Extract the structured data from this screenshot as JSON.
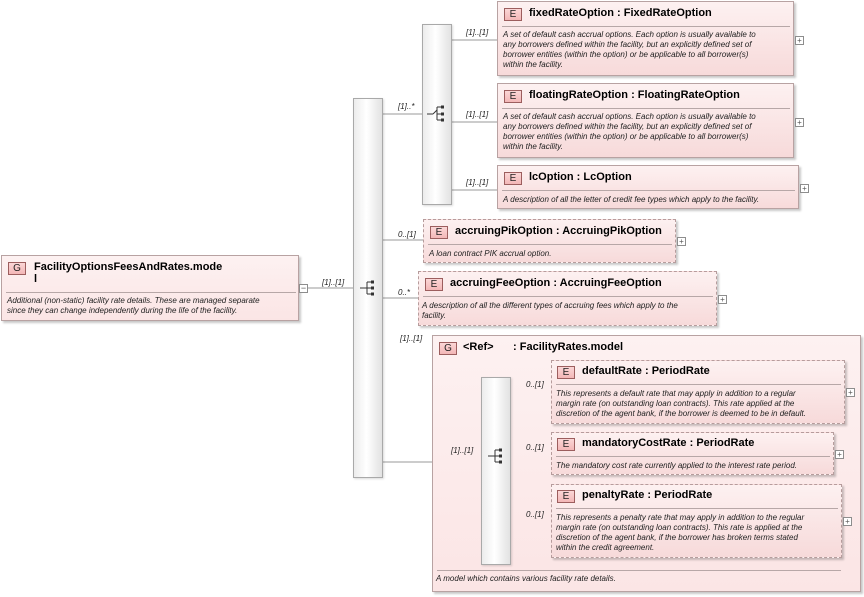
{
  "root": {
    "badge": "G",
    "title_line1": "FacilityOptionsFeesAndRates.mode",
    "title_line2": "l",
    "description_line1": "Additional (non-static) facility rate details. These are managed separate",
    "description_line2": "since they can change independently during the life of the facility.",
    "cardinality": "[1]..[1]"
  },
  "choice_cardinality": "[1]..*",
  "fixed": {
    "badge": "E",
    "name": "fixedRateOption",
    "type": "FixedRateOption",
    "cardinality": "[1]..[1]",
    "desc": [
      "A set of default cash accrual options. Each option is usually available to",
      "any borrowers defined within the facility, but an explicitly defined set of",
      "borrower entities (within the option) or be applicable to all borrower(s)",
      "within the facility."
    ]
  },
  "floating": {
    "badge": "E",
    "name": "floatingRateOption",
    "type": "FloatingRateOption",
    "cardinality": "[1]..[1]",
    "desc": [
      "A set of default cash accrual options. Each option is usually available to",
      "any borrowers defined within the facility, but an explicitly defined set of",
      "borrower entities (within the option) or be applicable to all borrower(s)",
      "within the facility."
    ]
  },
  "lc": {
    "badge": "E",
    "name": "lcOption",
    "type": "LcOption",
    "cardinality": "[1]..[1]",
    "desc": [
      "A description of all the letter of credit fee types which apply to the facility."
    ]
  },
  "pik": {
    "badge": "E",
    "name": "accruingPikOption",
    "type": "AccruingPikOption",
    "cardinality": "0..[1]",
    "desc": [
      "A loan contract PIK accrual option."
    ]
  },
  "fee": {
    "badge": "E",
    "name": "accruingFeeOption",
    "type": "AccruingFeeOption",
    "cardinality": "0..*",
    "desc": [
      "A description of all the different types of accruing fees which apply to the",
      "facility."
    ]
  },
  "rates": {
    "badge": "G",
    "ref": "<Ref>",
    "name": "FacilityRates.model",
    "cardinality": "[1]..[1]",
    "inner_cardinality": "[1]..[1]",
    "desc": [
      "A model which contains various facility rate details."
    ]
  },
  "default_rate": {
    "badge": "E",
    "name": "defaultRate",
    "type": "PeriodRate",
    "cardinality": "0..[1]",
    "desc": [
      "This represents a default rate that may apply in addition to a regular",
      "margin rate (on outstanding loan contracts). This rate applied at the",
      "discretion of the agent bank, if the borrower is deemed to be in default."
    ]
  },
  "mandatory": {
    "badge": "E",
    "name": "mandatoryCostRate",
    "type": "PeriodRate",
    "cardinality": "0..[1]",
    "desc": [
      "The mandatory cost rate currently applied to the interest rate period."
    ]
  },
  "penalty": {
    "badge": "E",
    "name": "penaltyRate",
    "type": "PeriodRate",
    "cardinality": "0..[1]",
    "desc": [
      "This represents a penalty rate that may apply in addition to the regular",
      "margin rate (on outstanding loan contracts). This rate is applied at the",
      "discretion of the agent bank, if the borrower has broken terms stated",
      "within the credit agreement."
    ]
  },
  "separator": ":",
  "expand_symbol": "+",
  "collapse_symbol": "−"
}
